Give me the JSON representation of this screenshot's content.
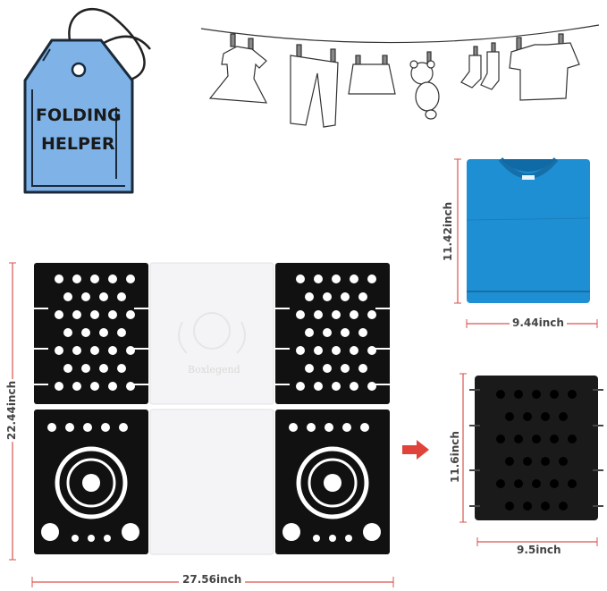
{
  "tag": {
    "line1": "FOLDING",
    "line2": "HELPER"
  },
  "brand_text": "Boxlegend",
  "dimensions": {
    "board_height": "22.44inch",
    "board_width": "27.56inch",
    "shirt_height": "11.42inch",
    "shirt_width": "9.44inch",
    "folded_height": "11.6inch",
    "folded_width": "9.5inch"
  },
  "colors": {
    "dim_line": "#d9534f",
    "panel_black": "#111111",
    "panel_white": "#f4f4f6",
    "tag_fill": "#7fb3e8",
    "shirt": "#1f8fd4",
    "arrow": "#e0433a"
  }
}
